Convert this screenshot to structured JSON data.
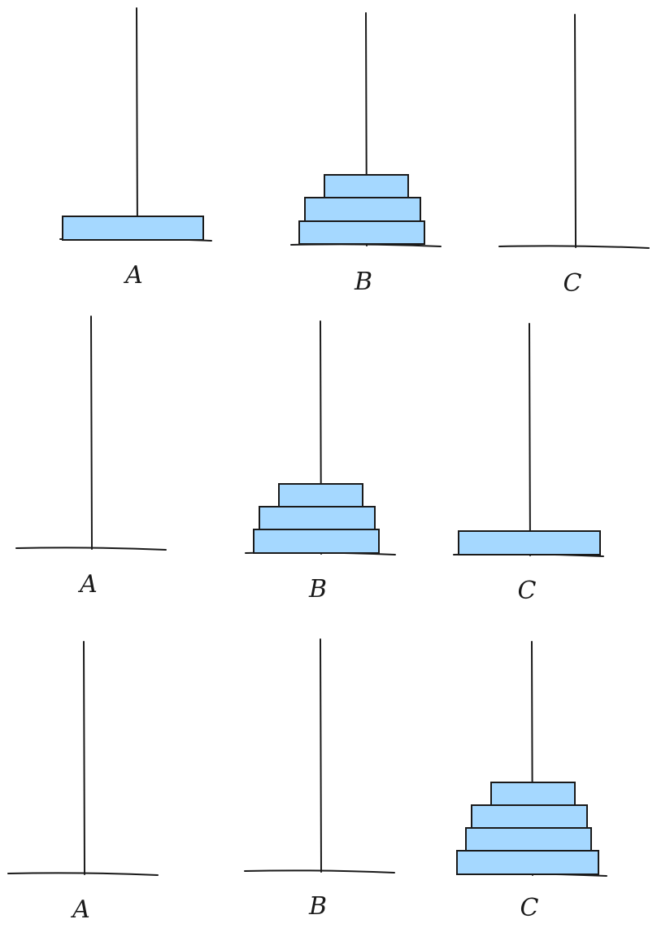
{
  "colors": {
    "stroke": "#1a1a1a",
    "disk_fill": "#a5d8ff"
  },
  "rows": [
    {
      "pegs": [
        {
          "label": "A",
          "disk_count": 1
        },
        {
          "label": "B",
          "disk_count": 3
        },
        {
          "label": "C",
          "disk_count": 0
        }
      ]
    },
    {
      "pegs": [
        {
          "label": "A",
          "disk_count": 0
        },
        {
          "label": "B",
          "disk_count": 3
        },
        {
          "label": "C",
          "disk_count": 1
        }
      ]
    },
    {
      "pegs": [
        {
          "label": "A",
          "disk_count": 0
        },
        {
          "label": "B",
          "disk_count": 0
        },
        {
          "label": "C",
          "disk_count": 4
        }
      ]
    }
  ]
}
